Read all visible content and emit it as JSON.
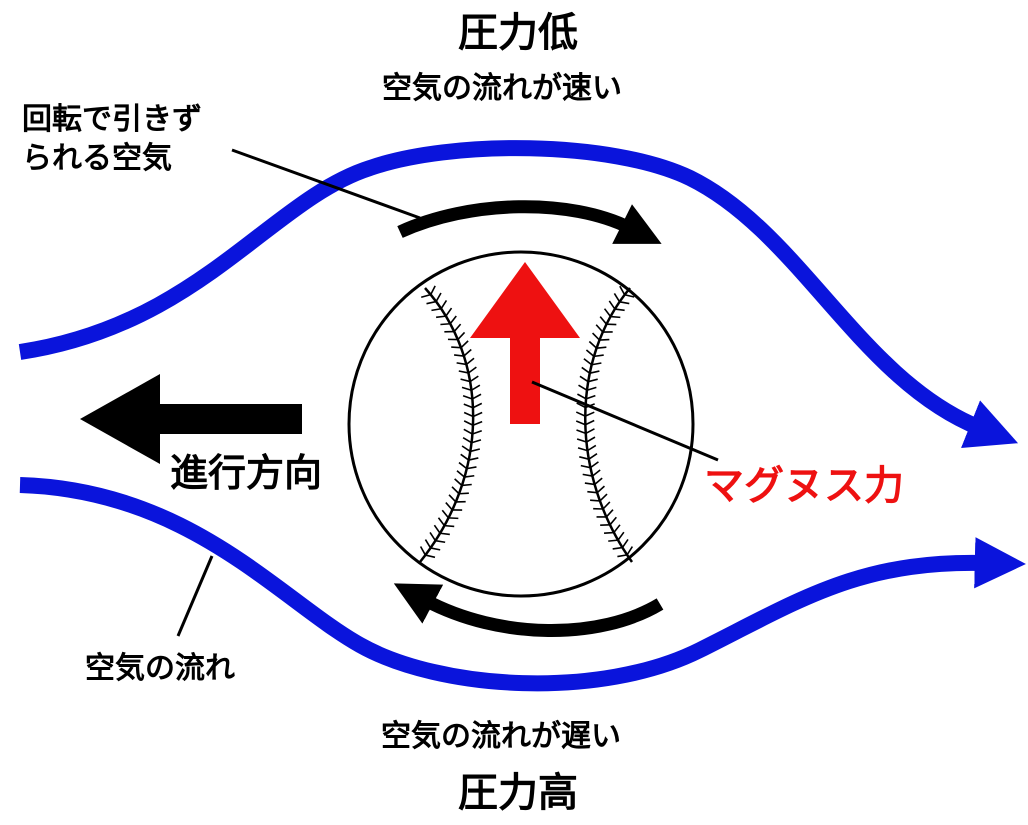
{
  "labels": {
    "top_title": "圧力低",
    "top_subtitle": "空気の流れが速い",
    "spin_air_line1": "回転で引きず",
    "spin_air_line2": "られる空気",
    "direction": "進行方向",
    "magnus_force": "マグヌス力",
    "airflow": "空気の流れ",
    "bottom_subtitle": "空気の流れが遅い",
    "bottom_title": "圧力高"
  },
  "colors": {
    "airflow_line": "#0a14dc",
    "magnus_arrow": "#ee1111",
    "magnus_text": "#ee1111",
    "ink": "#000000",
    "background": "#ffffff"
  },
  "icons": {
    "ball": "baseball-icon",
    "magnus_arrow": "arrow-up-icon",
    "direction_arrow": "arrow-left-icon",
    "spin_top": "curved-arrow-right-icon",
    "spin_bottom": "curved-arrow-left-icon"
  }
}
